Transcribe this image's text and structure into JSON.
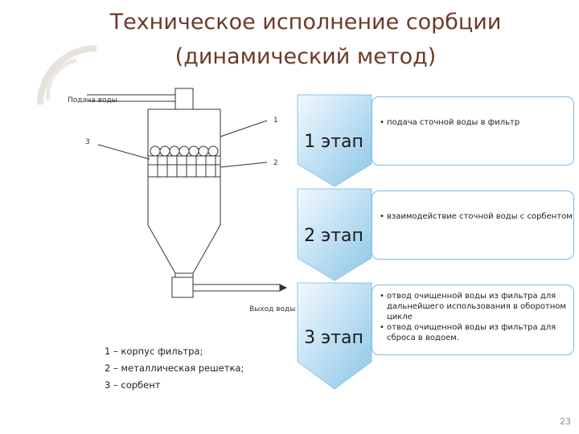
{
  "title": {
    "line1": "Техническое исполнение сорбции",
    "line2": "(динамический метод)"
  },
  "diagram": {
    "inlet_label": "Подача воды",
    "outlet_label": "Выход воды",
    "callout_1": "1",
    "callout_2": "2",
    "callout_3": "3"
  },
  "legend": [
    "1 – корпус фильтра;",
    "2 – металлическая решетка;",
    "3 – сорбент"
  ],
  "stages": [
    {
      "label": "1 этап",
      "bullets": [
        "подача сточной воды в фильтр"
      ]
    },
    {
      "label": "2 этап",
      "bullets": [
        "взаимодействие сточной воды с сорбентом"
      ]
    },
    {
      "label": "3 этап",
      "bullets": [
        "отвод очищенной воды из фильтра для дальнейшего использования в оборотном цикле",
        "отвод очищенной воды из фильтра для сброса в водоем."
      ]
    }
  ],
  "colors": {
    "title": "#6b3a27",
    "chevron_light": "#e8f4fb",
    "chevron_dark": "#8cc6e8",
    "box_border": "#7fb7de"
  },
  "page_number": "23"
}
